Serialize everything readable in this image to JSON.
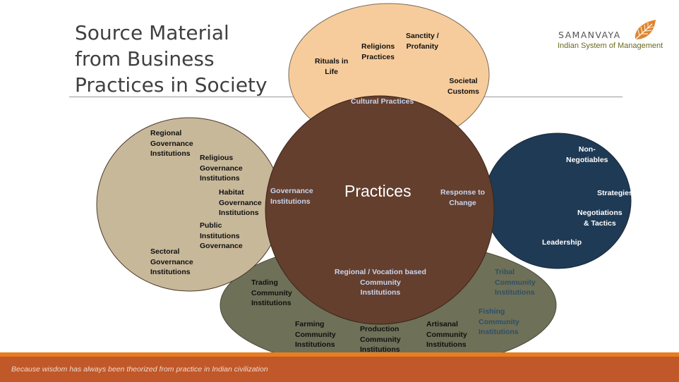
{
  "title_lines": [
    "Source Material",
    "from Business",
    "Practices in Society"
  ],
  "brand": {
    "name": "SAMANVAYA",
    "tagline": "Indian System of Management",
    "logo_icon": "leaf-icon"
  },
  "center": {
    "title": "Practices",
    "cultural_label": "Cultural Practices",
    "governance_label": "Governance\nInstitutions",
    "response_label": "Response to\nChange",
    "community_label": "Regional / Vocation based\nCommunity\nInstitutions"
  },
  "cultural": {
    "rituals": "Rituals in\nLife",
    "religious": "Religions\nPractices",
    "sanctity": "Sanctity /\nProfanity",
    "customs": "Societal\nCustoms"
  },
  "governance": {
    "regional": "Regional\nGovernance\nInstitutions",
    "religious": "Religious\nGovernance\nInstitutions",
    "habitat": "Habitat\nGovernance\nInstitutions",
    "public": "Public\nInstitutions\nGovernance",
    "sectoral": "Sectoral\nGovernance\nInstitutions"
  },
  "change": {
    "non_negotiables": "Non-\nNegotiables",
    "strategies": "Strategies",
    "negotiations": "Negotiations\n& Tactics",
    "leadership": "Leadership"
  },
  "community": {
    "trading": "Trading\nCommunity\nInstitutions",
    "farming": "Farming\nCommunity\nInstitutions",
    "production": "Production\nCommunity\nInstitutions",
    "artisanal": "Artisanal\nCommunity\nInstitutions",
    "tribal": "Tribal\nCommunity\nInstitutions",
    "fishing": "Fishing\nCommunity\nInstitutions"
  },
  "footer": "Because wisdom has always been theorized from practice in Indian civilization",
  "colors": {
    "cultural_fill": "#f7cc9c",
    "governance_fill": "#c8b89a",
    "change_fill": "#1f3a55",
    "community_fill": "#6e7058",
    "center_fill": "#643f2e",
    "footer_fill": "#c0582a"
  }
}
